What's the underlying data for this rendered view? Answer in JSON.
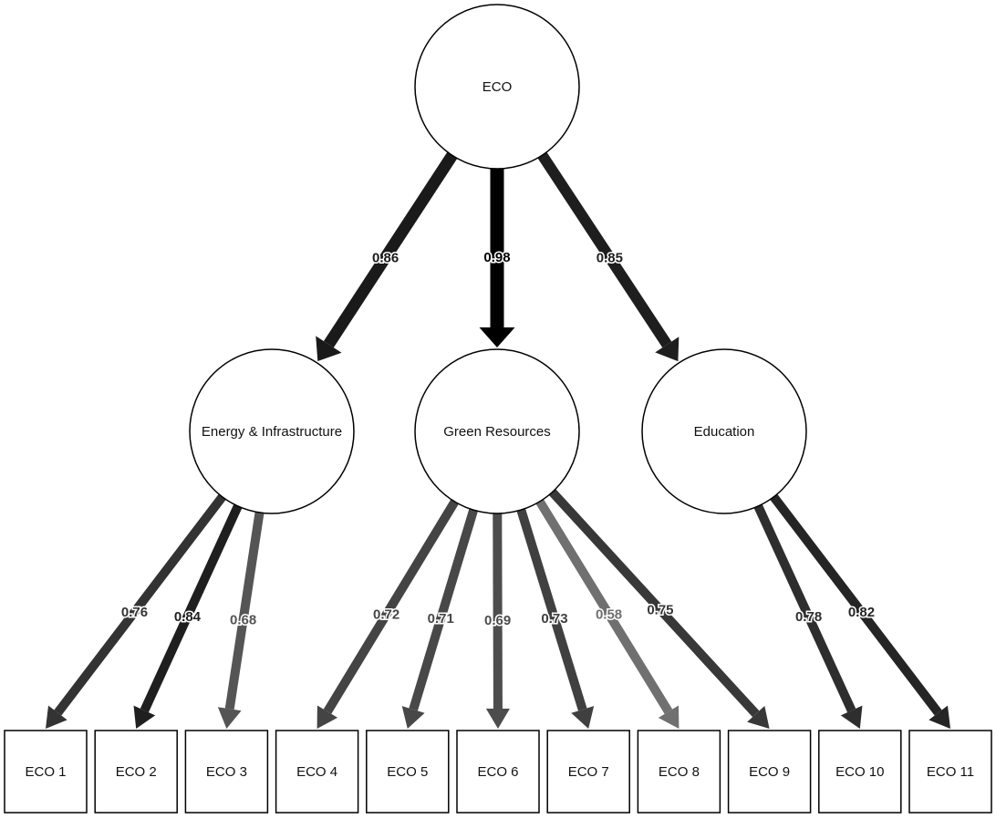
{
  "nodes": {
    "eco": "ECO",
    "energy": "Energy & Infrastructure",
    "green": "Green Resources",
    "education": "Education",
    "indicators": [
      "ECO 1",
      "ECO 2",
      "ECO 3",
      "ECO 4",
      "ECO 5",
      "ECO 6",
      "ECO 7",
      "ECO 8",
      "ECO 9",
      "ECO 10",
      "ECO 11"
    ]
  },
  "edges": {
    "top": [
      {
        "to": "energy",
        "loading": "0.86",
        "color": "#1a1a1a"
      },
      {
        "to": "green",
        "loading": "0.98",
        "color": "#000000"
      },
      {
        "to": "education",
        "loading": "0.85",
        "color": "#1e1e1e"
      }
    ],
    "bottom": [
      {
        "from": "energy",
        "to": 0,
        "loading": "0.76",
        "color": "#333333"
      },
      {
        "from": "energy",
        "to": 1,
        "loading": "0.84",
        "color": "#1f1f1f"
      },
      {
        "from": "energy",
        "to": 2,
        "loading": "0.68",
        "color": "#555555"
      },
      {
        "from": "green",
        "to": 3,
        "loading": "0.72",
        "color": "#444444"
      },
      {
        "from": "green",
        "to": 4,
        "loading": "0.71",
        "color": "#484848"
      },
      {
        "from": "green",
        "to": 5,
        "loading": "0.69",
        "color": "#4d4d4d"
      },
      {
        "from": "green",
        "to": 6,
        "loading": "0.73",
        "color": "#404040"
      },
      {
        "from": "green",
        "to": 7,
        "loading": "0.58",
        "color": "#707070"
      },
      {
        "from": "green",
        "to": 8,
        "loading": "0.75",
        "color": "#383838"
      },
      {
        "from": "education",
        "to": 9,
        "loading": "0.78",
        "color": "#2e2e2e"
      },
      {
        "from": "education",
        "to": 10,
        "loading": "0.82",
        "color": "#252525"
      }
    ]
  }
}
